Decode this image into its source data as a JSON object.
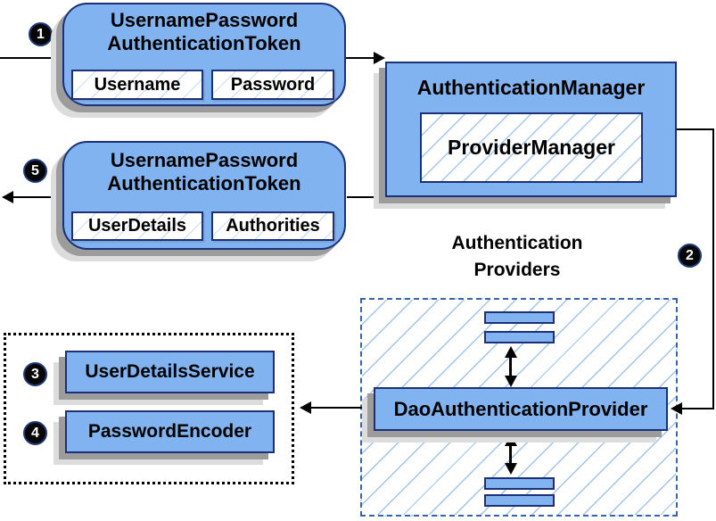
{
  "badges": {
    "step1": "1",
    "step2": "2",
    "step3": "3",
    "step4": "4",
    "step5": "5"
  },
  "request_token": {
    "title_line1": "UsernamePassword",
    "title_line2": "AuthenticationToken",
    "fields": [
      "Username",
      "Password"
    ]
  },
  "response_token": {
    "title_line1": "UsernamePassword",
    "title_line2": "AuthenticationToken",
    "fields": [
      "UserDetails",
      "Authorities"
    ]
  },
  "authentication_manager": {
    "title": "AuthenticationManager",
    "provider": "ProviderManager"
  },
  "providers": {
    "heading_line1": "Authentication",
    "heading_line2": "Providers",
    "dao_provider": "DaoAuthenticationProvider"
  },
  "services": {
    "user_details_service": "UserDetailsService",
    "password_encoder": "PasswordEncoder"
  },
  "colors": {
    "box_fill": "#80b3f0",
    "box_border": "#1c3077",
    "hatch_line": "#a3c7f0",
    "providers_dashed_border": "#3566ad",
    "services_dotted_border": "#000000",
    "connector": "#000000",
    "badge_background": "#060606",
    "badge_text": "#ffffff",
    "shadow_dark": "#9c9c9c",
    "shadow_light": "#dcdcdc"
  }
}
